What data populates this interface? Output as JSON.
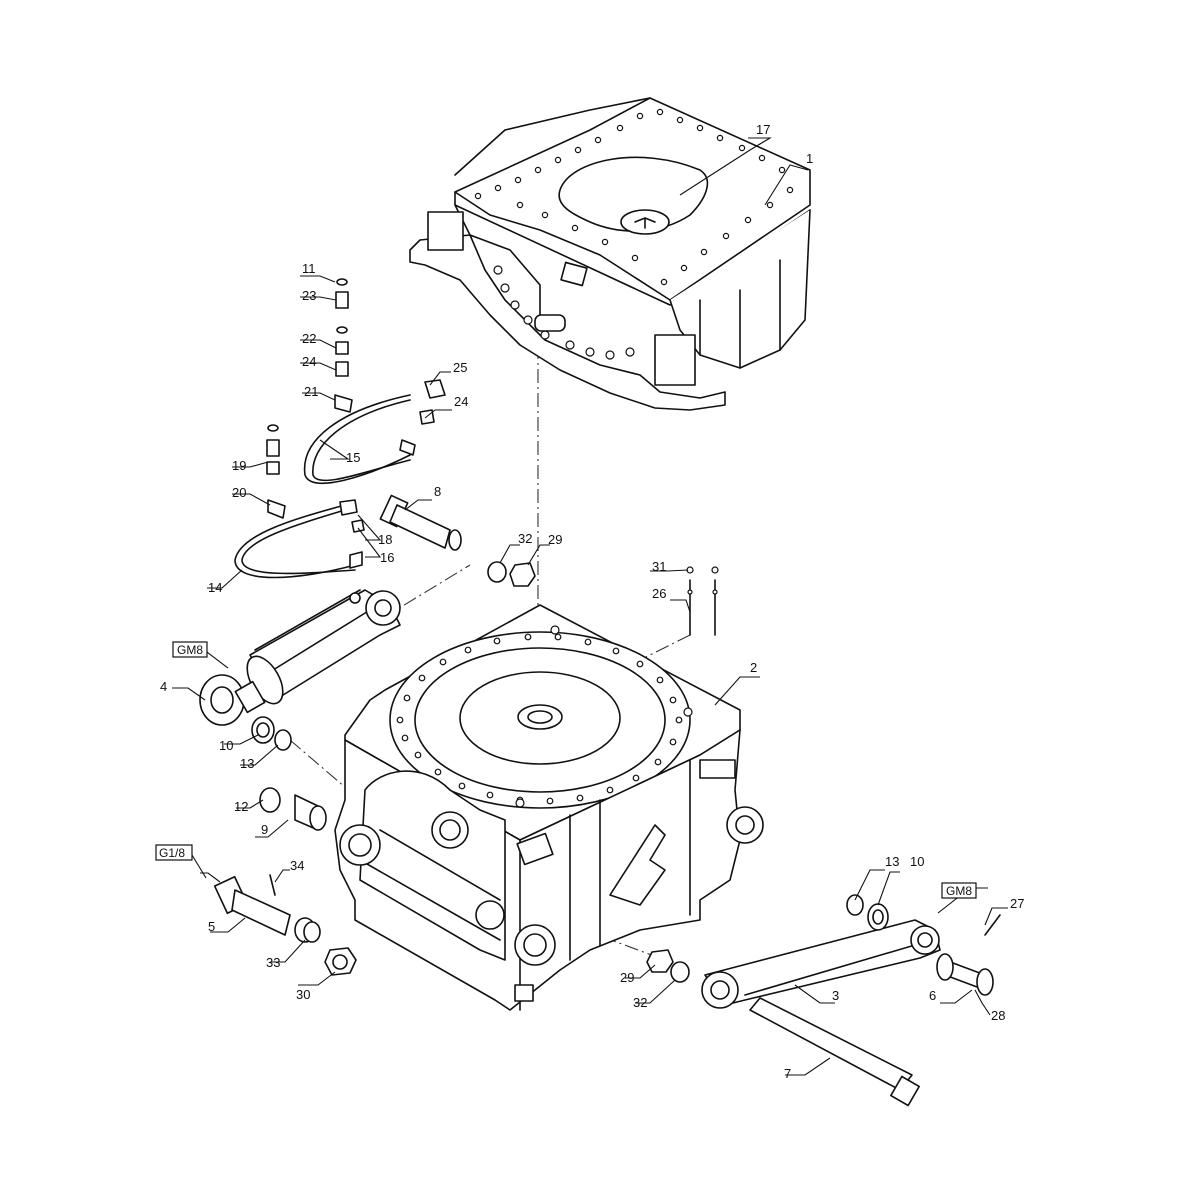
{
  "callouts": {
    "c1": "1",
    "c2": "2",
    "c3": "3",
    "c4": "4",
    "c5": "5",
    "c6": "6",
    "c7": "7",
    "c8": "8",
    "c9": "9",
    "c10a": "10",
    "c10b": "10",
    "c11": "11",
    "c12": "12",
    "c13a": "13",
    "c13b": "13",
    "c14": "14",
    "c15": "15",
    "c16": "16",
    "c17": "17",
    "c18": "18",
    "c19": "19",
    "c20": "20",
    "c21": "21",
    "c22": "22",
    "c23": "23",
    "c24a": "24",
    "c24b": "24",
    "c25": "25",
    "c26": "26",
    "c27": "27",
    "c28": "28",
    "c29a": "29",
    "c29b": "29",
    "c30": "30",
    "c31": "31",
    "c32a": "32",
    "c32b": "32",
    "c33": "33",
    "c34": "34"
  },
  "reference_boxes": {
    "gm8_left": "GM8",
    "gm8_right": "GM8",
    "g18": "G1/8"
  },
  "colors": {
    "line": "#111111",
    "background": "#ffffff"
  }
}
